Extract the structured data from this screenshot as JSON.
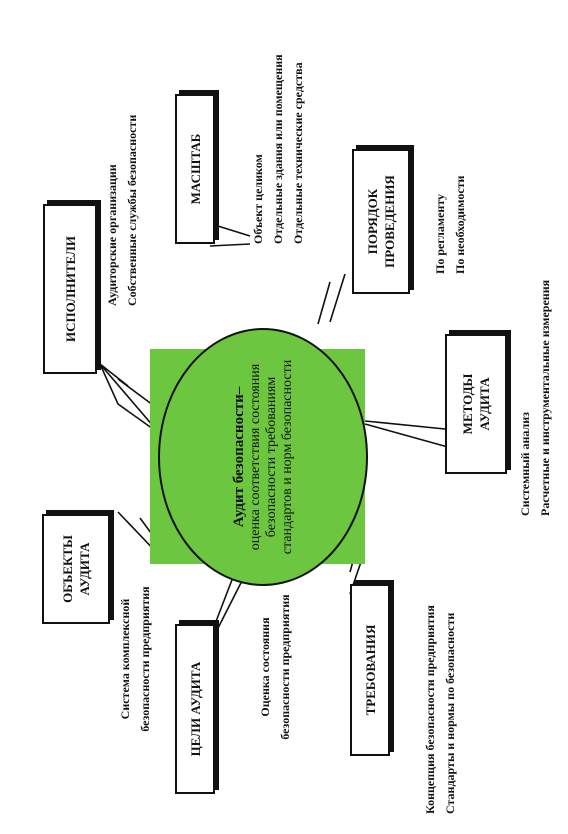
{
  "center": {
    "title": "Аудит безопасности–",
    "body": "оценка соответствия состояния безопасности требованиям стандартов и норм безопасности"
  },
  "nodes": {
    "ispolniteli": {
      "label": "ИСПОЛНИТЕЛИ",
      "items": [
        "Аудиторские организации",
        "Собственные службы безопасности"
      ]
    },
    "masshtab": {
      "label": "МАСШТАБ",
      "items": [
        "Объект целиком",
        "Отдельные здания или помещения",
        "Отдельные технические средства"
      ]
    },
    "poryadok": {
      "label": "ПОРЯДОК\nПРОВЕДЕНИЯ",
      "items": [
        "По регламенту",
        "По необходимости"
      ]
    },
    "metody": {
      "label": "МЕТОДЫ\nАУДИТА",
      "items": [
        "Системный анализ",
        "Расчетные и инструментальные измерения"
      ]
    },
    "trebovaniya": {
      "label": "ТРЕБОВАНИЯ",
      "items": [
        "Концепция безопасности предприятия",
        "Стандарты и нормы по безопасности"
      ]
    },
    "celi": {
      "label": "ЦЕЛИ АУДИТА",
      "items": [
        "Оценка состояния",
        "безопасности предприятия"
      ]
    },
    "obekty": {
      "label": "ОБЪЕКТЫ\nАУДИТА",
      "items": [
        "Система комплексной",
        "безопасности предприятия"
      ]
    }
  }
}
